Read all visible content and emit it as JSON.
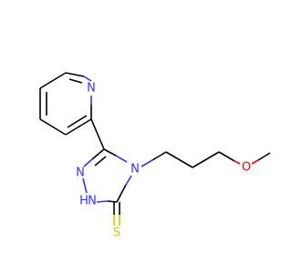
{
  "molecule": {
    "colors": {
      "carbon": "#000000",
      "nitrogen": "#3333ff",
      "oxygen": "#ff0000",
      "sulfur": "#cccc00"
    },
    "atoms": {
      "pyridine_n": "N",
      "triazole_n1": "N",
      "triazole_n4": "N",
      "triazole_nh": "N",
      "triazole_h": "H",
      "thione_s": "S",
      "ether_o": "O"
    }
  }
}
